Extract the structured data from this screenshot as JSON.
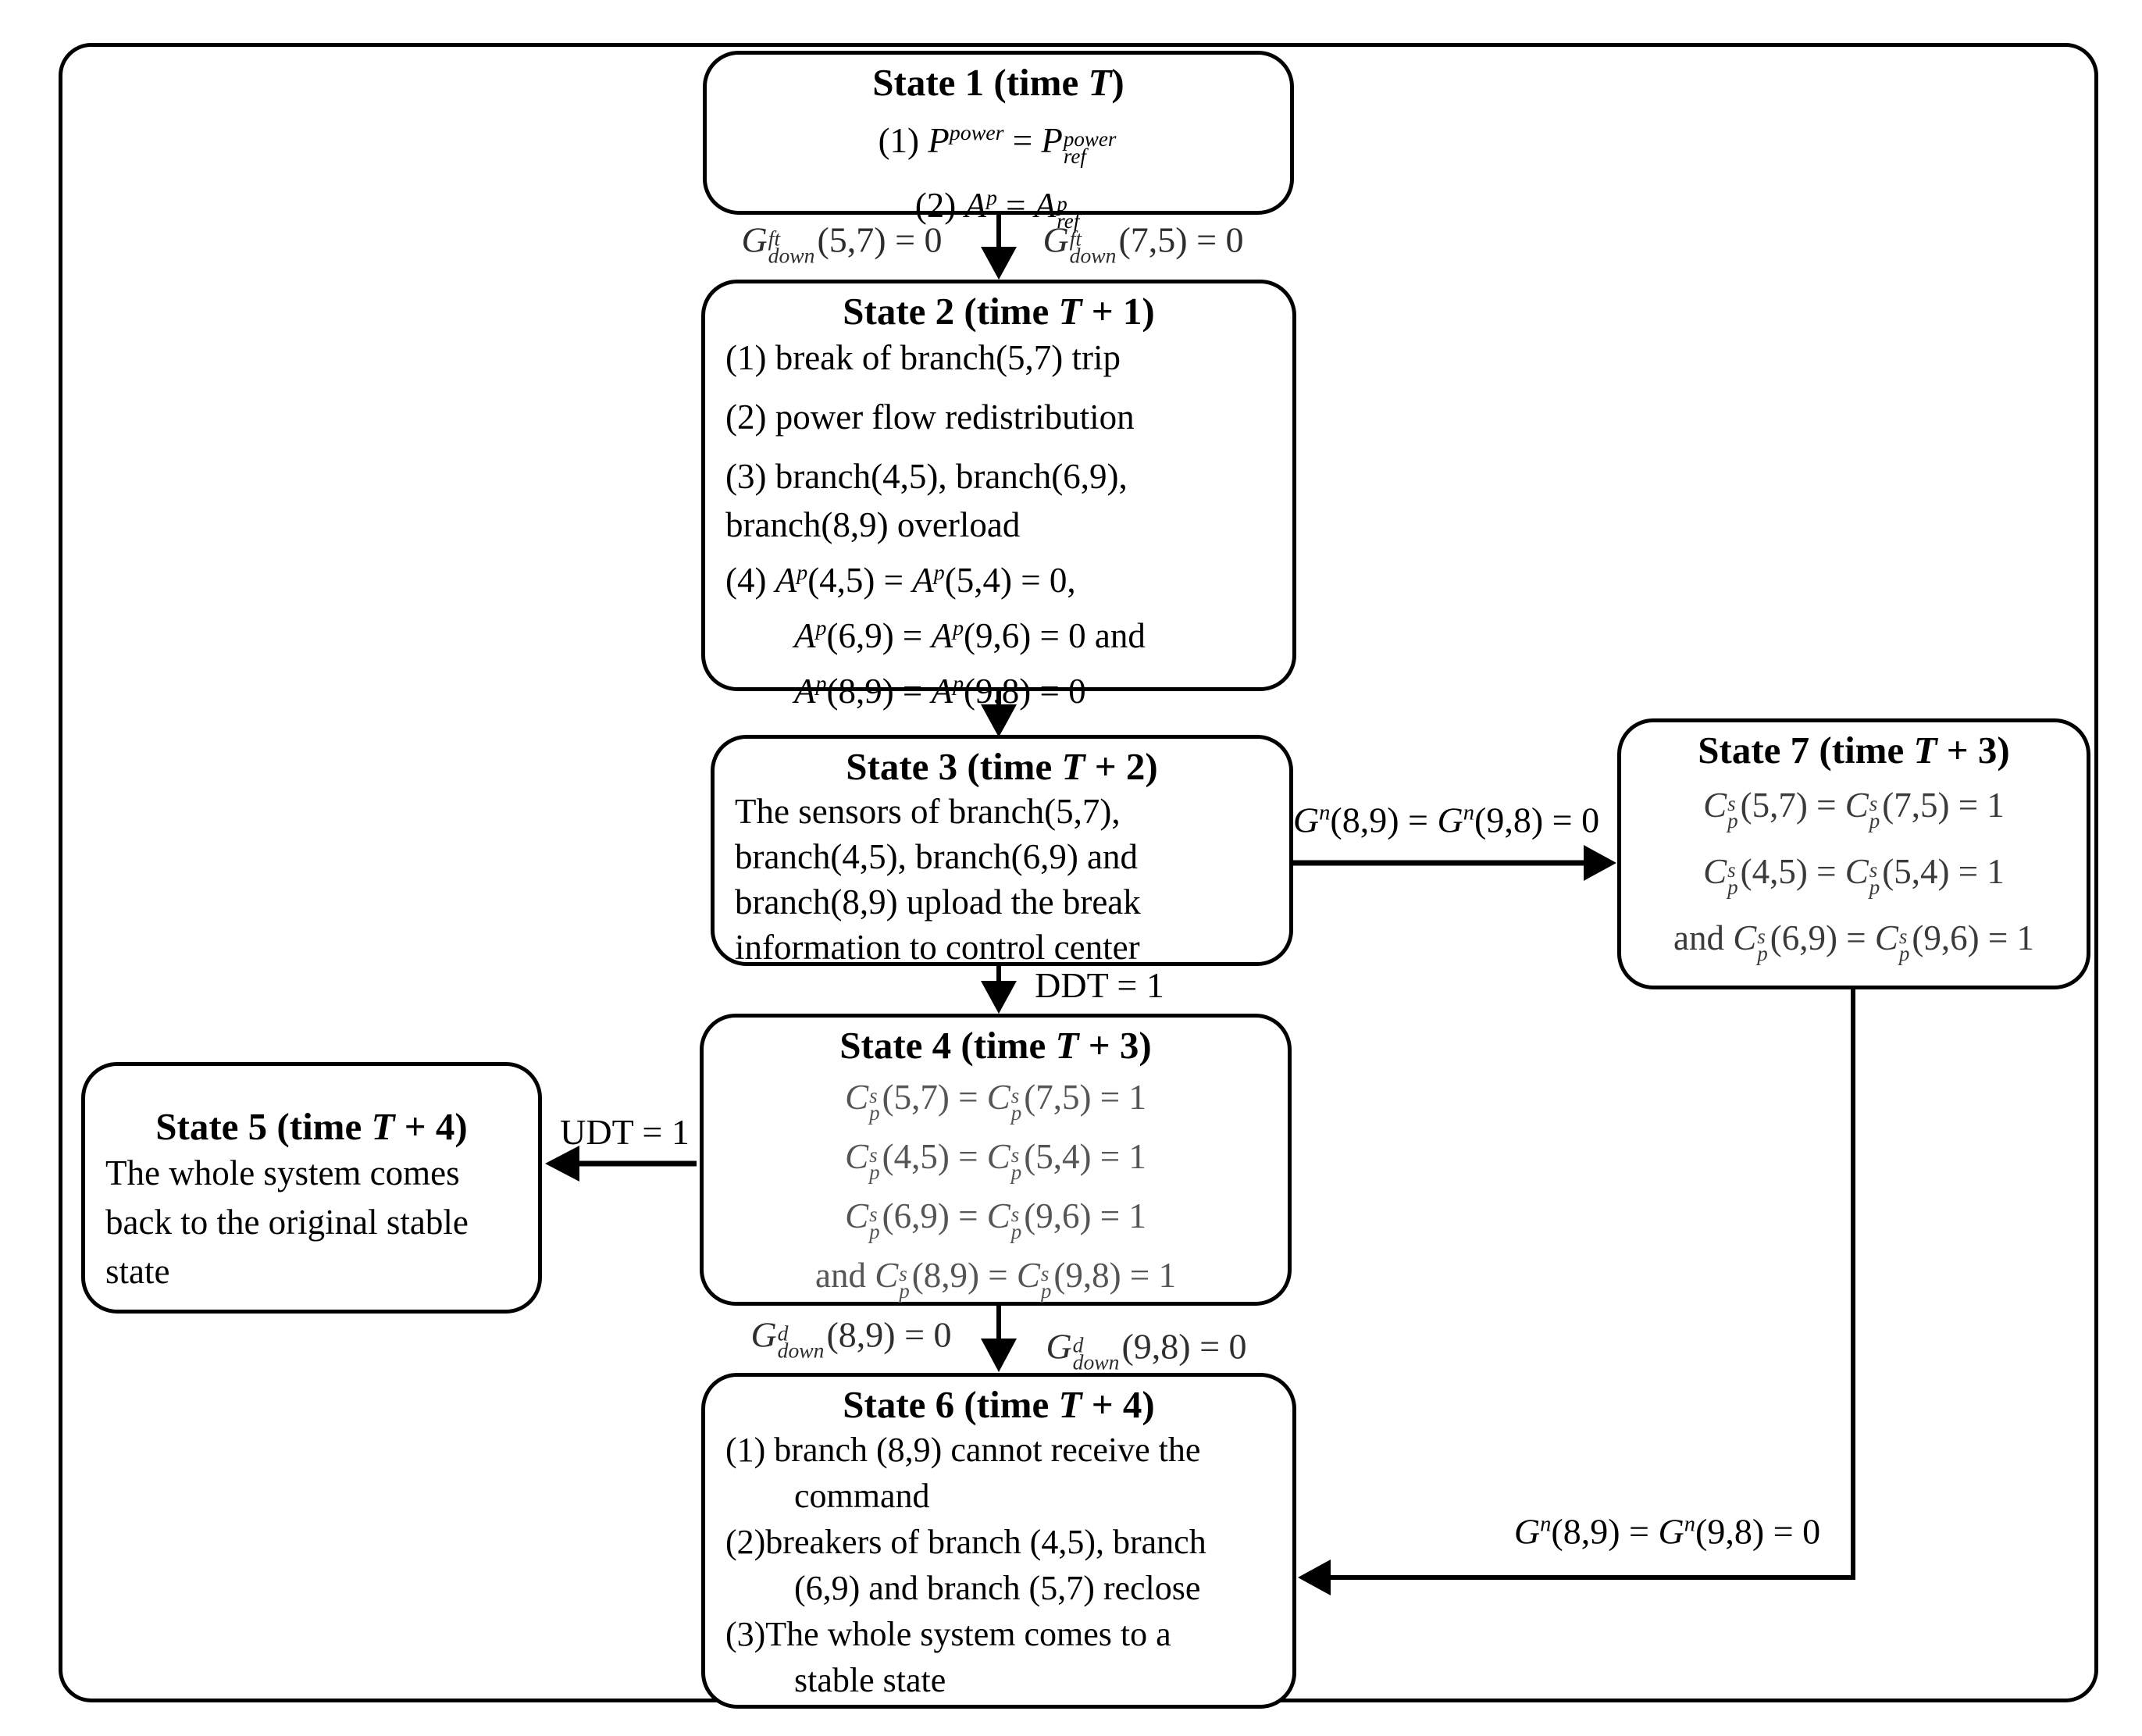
{
  "diagram": {
    "colors": {
      "ink": "#000000",
      "background": "#ffffff",
      "dim_formula_gray": "#555555",
      "state7_formula_gray": "#3a3a3a"
    },
    "states": {
      "s1": {
        "title": "State 1 (time *T*)",
        "lines": [
          "(1) *P*^{power} = *P*^{power}_{ref}",
          "(2) *A*^{p} = *A*^{p}_{ref}"
        ]
      },
      "s2": {
        "title": "State 2 (time *T* + 1)",
        "lines": [
          "(1) break of branch(5,7) trip",
          "(2) power flow redistribution",
          "(3) branch(4,5), branch(6,9),",
          "branch(8,9) overload",
          "(4) *A*^{p}(4,5) = *A*^{p}(5,4) = 0,",
          "*A*^{p}(6,9) = *A*^{p}(9,6) = 0 and",
          "*A*^{p}(8,9) = *A*^{p}(9,8) = 0"
        ]
      },
      "s3": {
        "title": "State 3 (time *T* + 2)",
        "lines": [
          "The sensors of branch(5,7),",
          "branch(4,5), branch(6,9) and",
          "branch(8,9) upload the break",
          "information to control center"
        ]
      },
      "s4": {
        "title": "State 4 (time *T* + 3)",
        "lines": [
          "*C*^{s}_{p}(5,7) = *C*^{s}_{p}(7,5) = 1",
          "*C*^{s}_{p}(4,5) = *C*^{s}_{p}(5,4) = 1",
          "*C*^{s}_{p}(6,9) = *C*^{s}_{p}(9,6) = 1",
          "and *C*^{s}_{p}(8,9) = *C*^{s}_{p}(9,8) = 1"
        ]
      },
      "s5": {
        "title": "State 5 (time *T* + 4)",
        "lines": [
          "The whole system comes",
          "back to the original stable",
          "state"
        ]
      },
      "s6": {
        "title": "State 6 (time *T* + 4)",
        "lines": [
          "(1) branch (8,9) cannot receive the",
          "command",
          "(2)breakers of branch (4,5), branch",
          "(6,9) and branch (5,7) reclose",
          "(3)The whole system comes  to a",
          "stable state"
        ]
      },
      "s7": {
        "title": "State 7 (time *T* + 3)",
        "lines": [
          "*C*^{s}_{p}(5,7) = *C*^{s}_{p}(7,5) = 1",
          "*C*^{s}_{p}(4,5) = *C*^{s}_{p}(5,4) = 1",
          "and *C*^{s}_{p}(6,9) = *C*^{s}_{p}(9,6) = 1"
        ]
      }
    },
    "edge_labels": {
      "s1_s2_left": "*G*^{ft}_{down}(5,7) = 0",
      "s1_s2_right": "*G*^{ft}_{down}(7,5) = 0",
      "s3_s7": "*G*^{n}(8,9) = *G*^{n}(9,8) = 0",
      "s3_s4": "DDT = 1",
      "s4_s5": "UDT = 1",
      "s4_s6_left": "*G*^{d}_{down}(8,9) = 0",
      "s4_s6_right": "*G*^{d}_{down}(9,8) = 0",
      "s7_s6": "*G*^{n}(8,9) = *G*^{n}(9,8) = 0"
    }
  }
}
